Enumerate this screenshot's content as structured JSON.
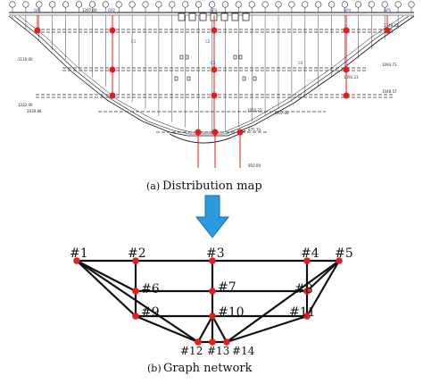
{
  "captions": {
    "a_tag": "(a)",
    "a_text": "Distribution map",
    "b_tag": "(b)",
    "b_text": "Graph network"
  },
  "elevation_labels": [
    "1207.00",
    "1149.22",
    "1110.00",
    "1093.73",
    "1091.23",
    "1048.57",
    "1032.00",
    "1030.88",
    "1007.00",
    "1010.22",
    "975.70",
    "950.00"
  ],
  "station_labels": [
    "GP1",
    "GP2",
    "GP3",
    "GP4",
    "GP5"
  ],
  "sensor_tags": [
    "C1",
    "C2",
    "C3",
    "C4"
  ],
  "graph": {
    "nodes": [
      "#1",
      "#2",
      "#3",
      "#4",
      "#5",
      "#6",
      "#7",
      "#8",
      "#9",
      "#10",
      "#11",
      "#12",
      "#13",
      "#14"
    ]
  },
  "colors": {
    "node": "#e11d1d",
    "arrow": "#2b9be0",
    "line": "#111111"
  }
}
